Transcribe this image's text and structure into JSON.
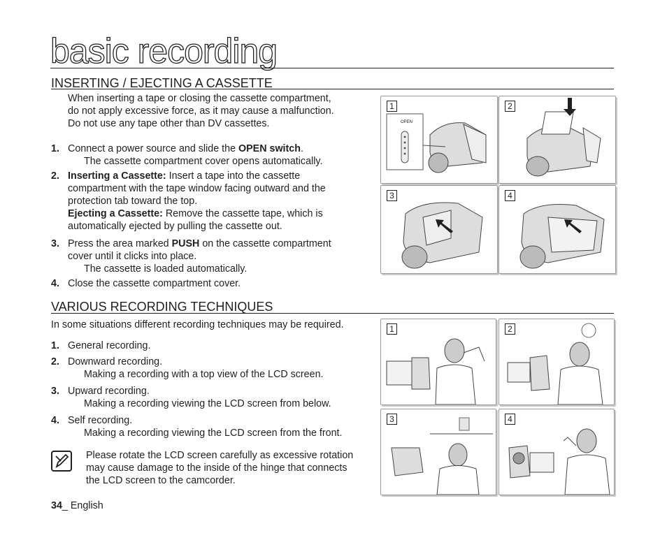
{
  "page": {
    "title": "basic recording",
    "footer_number": "34",
    "footer_sep": "_ ",
    "footer_lang": "English"
  },
  "section1": {
    "heading": "INSERTING / EJECTING A CASSETTE",
    "intro": [
      "When inserting a tape or closing the cassette compartment,",
      "do not apply excessive force, as it may cause a malfunction.",
      "Do not use any tape other than DV cassettes."
    ],
    "step1_num": "1.",
    "step1_a": "Connect a power source and slide the ",
    "step1_bold": "OPEN switch",
    "step1_b": ".",
    "step1_sub": "The cassette compartment cover opens automatically.",
    "step2_num": "2.",
    "step2_bold": "Inserting a Cassette:",
    "step2_lines": [
      " Insert a tape into the cassette",
      "compartment with the tape window facing outward and the",
      "protection tab toward the top."
    ],
    "step2_bold2": "Ejecting a Cassette:",
    "step2_lines2": [
      " Remove the cassette tape, which is",
      "automatically ejected by pulling the cassette out."
    ],
    "step3_num": "3.",
    "step3_a": "Press the area marked ",
    "step3_bold": "PUSH",
    "step3_b": " on the cassette compartment",
    "step3_line2": "cover until it clicks into place.",
    "step3_sub": "The cassette is loaded automatically.",
    "step4_num": "4.",
    "step4": "Close the cassette compartment cover.",
    "panel_labels": [
      "1",
      "2",
      "3",
      "4"
    ],
    "open_label": "OPEN"
  },
  "section2": {
    "heading": "VARIOUS RECORDING TECHNIQUES",
    "intro": "In some situations different recording techniques may be required.",
    "items": [
      {
        "num": "1.",
        "text": "General recording.",
        "sub": ""
      },
      {
        "num": "2.",
        "text": "Downward recording.",
        "sub": "Making a recording with a top view of the LCD screen."
      },
      {
        "num": "3.",
        "text": "Upward recording.",
        "sub": "Making a recording viewing the LCD screen from below."
      },
      {
        "num": "4.",
        "text": "Self recording.",
        "sub": "Making a recording viewing the LCD screen from the front."
      }
    ],
    "note": [
      "Please rotate the LCD screen carefully as excessive rotation",
      "may cause damage to the inside of the hinge that connects",
      "the LCD screen to the camcorder."
    ],
    "panel_labels": [
      "1",
      "2",
      "3",
      "4"
    ]
  }
}
